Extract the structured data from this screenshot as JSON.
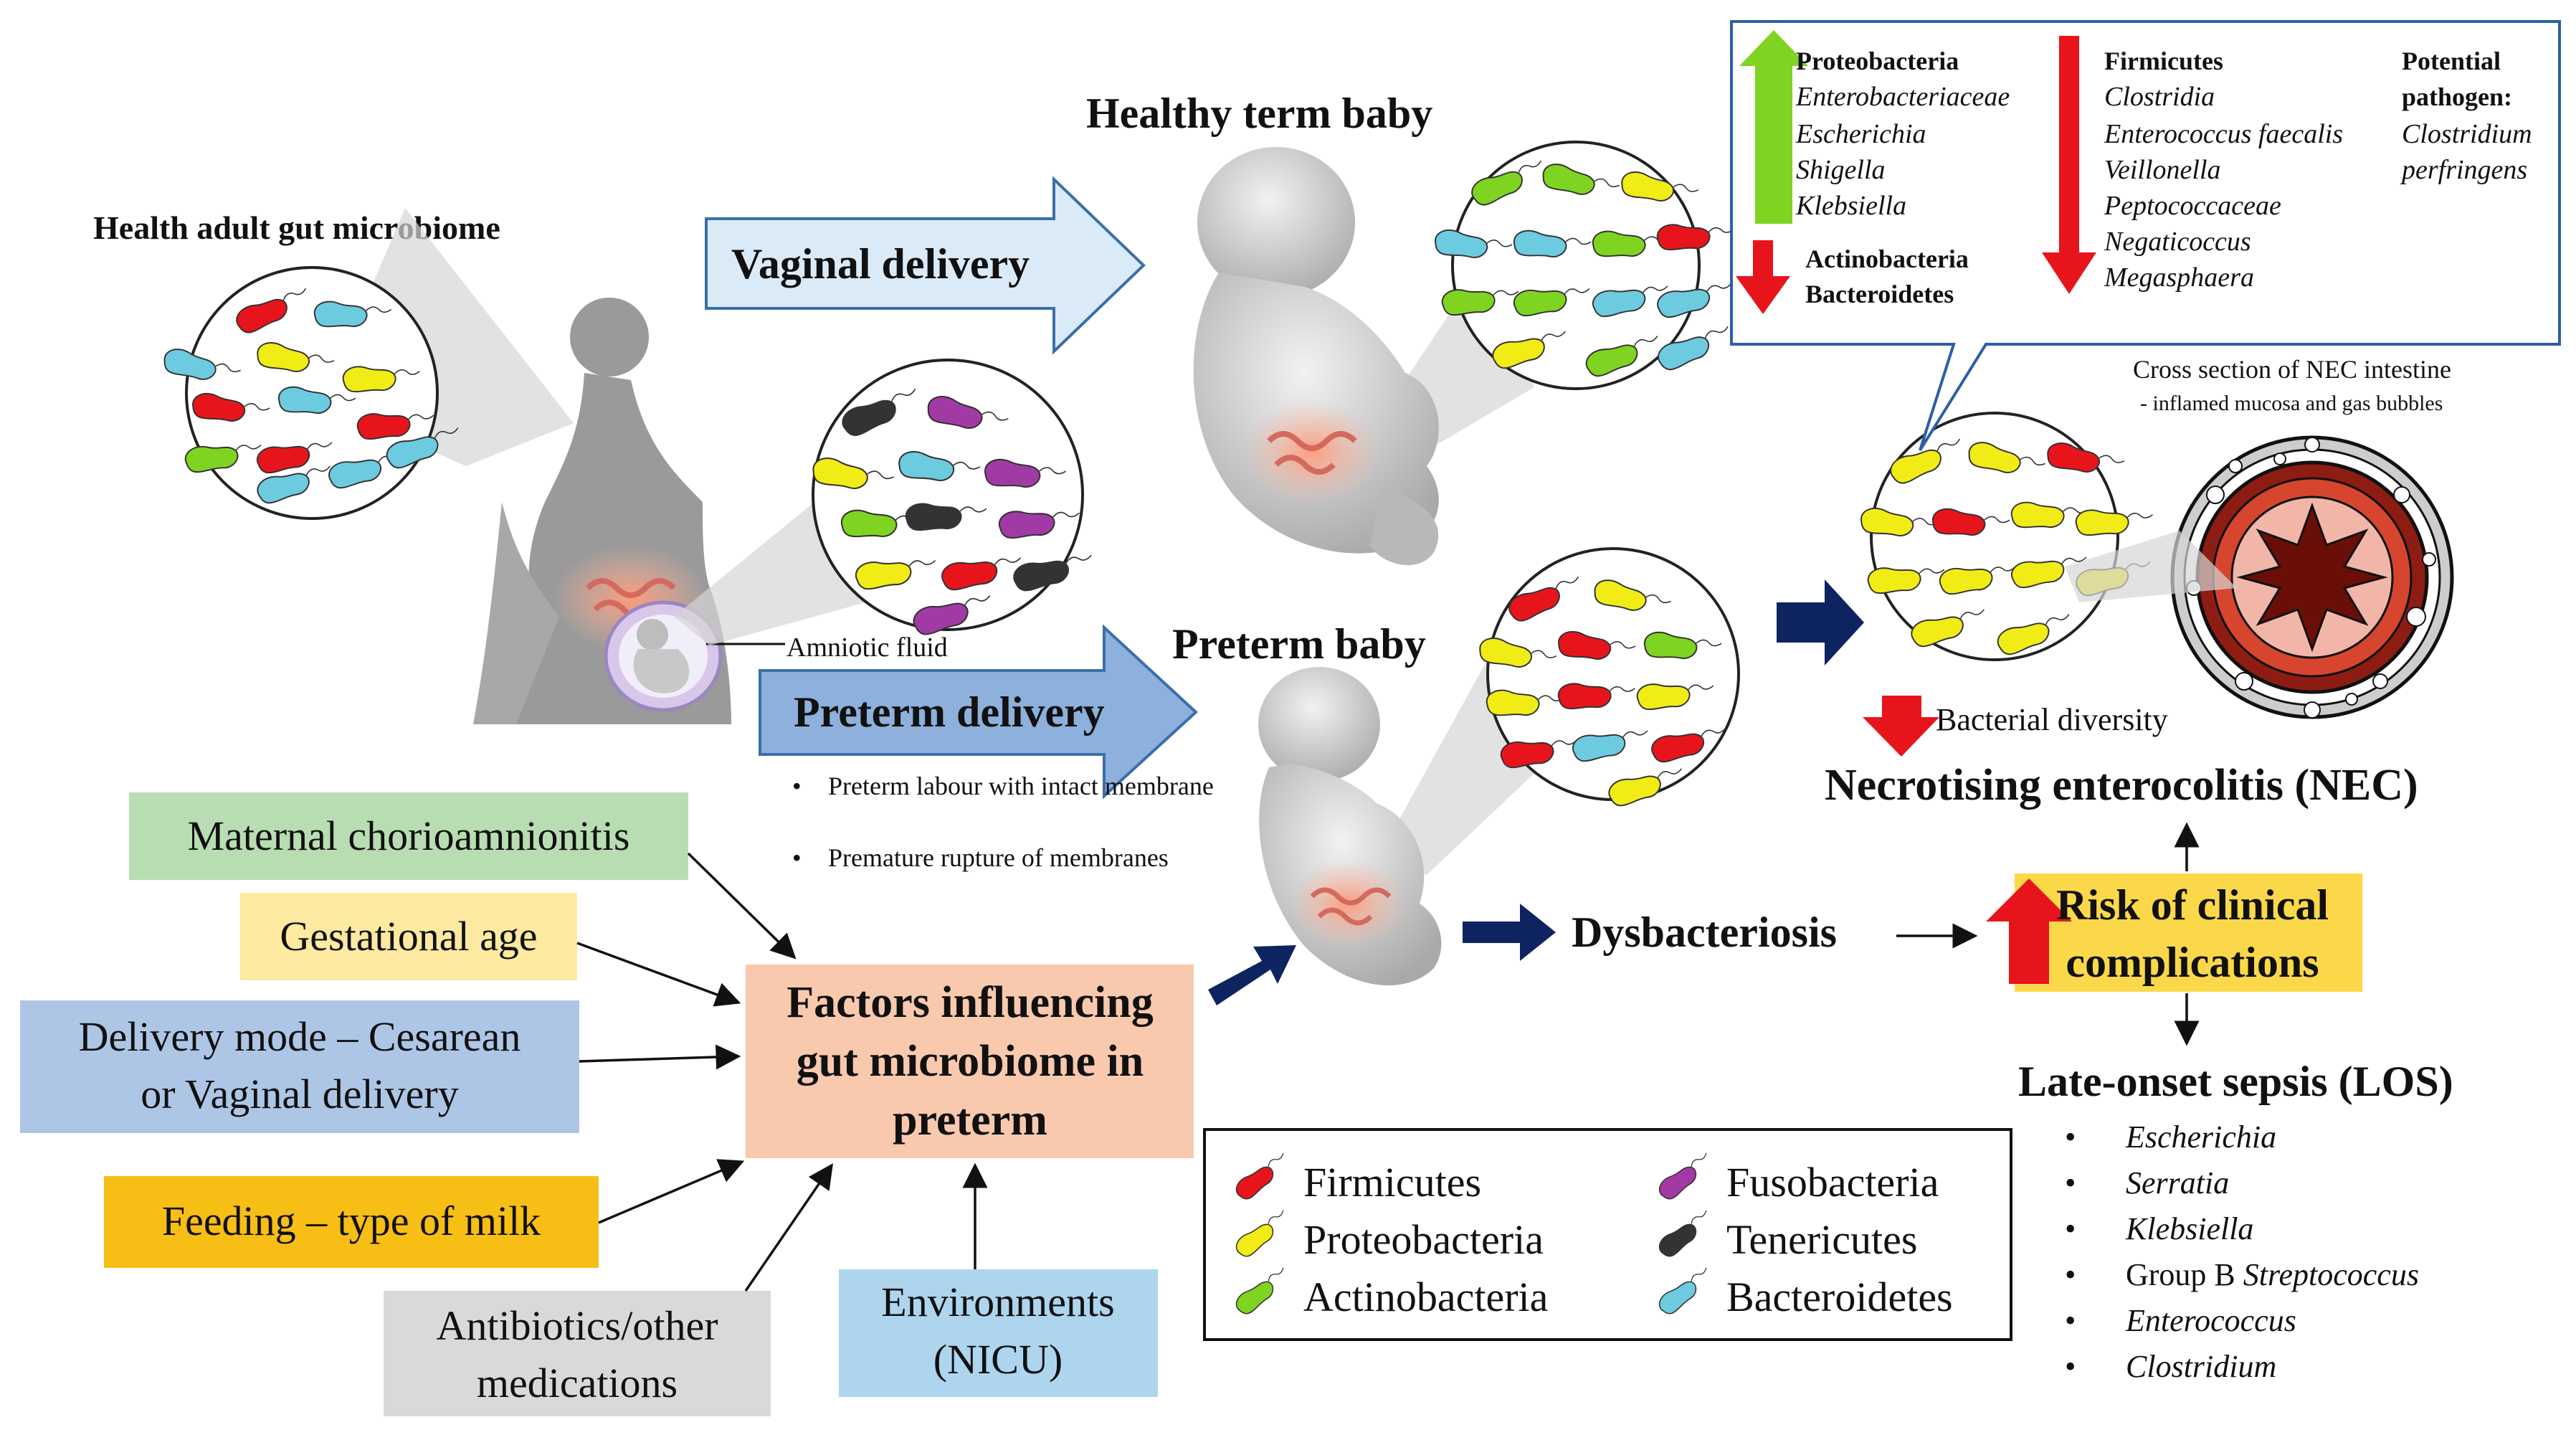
{
  "titles": {
    "adult_microbiome": "Health adult gut microbiome",
    "healthy_term_baby": "Healthy term baby",
    "preterm_baby": "Preterm baby",
    "amniotic_fluid": "Amniotic fluid"
  },
  "arrows": {
    "vaginal_delivery": "Vaginal delivery",
    "preterm_delivery": "Preterm delivery"
  },
  "preterm_causes": [
    "Preterm labour with intact membrane",
    "Premature rupture of membranes"
  ],
  "factors": {
    "center": "Factors influencing gut microbiome in preterm",
    "maternal": "Maternal chorioamnionitis",
    "gestational": "Gestational age",
    "delivery": "Delivery mode – Cesarean or Vaginal delivery",
    "feeding": "Feeding – type of milk",
    "antibiotics": "Antibiotics/other medications",
    "environments": "Environments (NICU)"
  },
  "outcomes": {
    "dysbacteriosis": "Dysbacteriosis",
    "risk": "Risk of clinical complications",
    "nec": "Necrotising enterocolitis (NEC)",
    "bacterial_diversity": "Bacterial diversity",
    "cross_section_title": "Cross section of NEC intestine",
    "cross_section_note": "inflamed mucosa and gas bubbles",
    "los_title": "Late-onset sepsis (LOS)"
  },
  "los_pathogens": [
    "Escherichia",
    "Serratia",
    "Klebsiella",
    "Group B Streptococcus",
    "Enterococcus",
    "Clostridium"
  ],
  "nec_box": {
    "increase_title": "Proteobacteria",
    "increase_taxa": [
      "Enterobacteriaceae",
      "Escherichia",
      "Shigella",
      "Klebsiella"
    ],
    "decrease_small": [
      "Actinobacteria",
      "Bacteroidetes"
    ],
    "decrease_title": "Firmicutes",
    "decrease_taxa": [
      "Clostridia",
      "Enterococcus faecalis",
      "Veillonella",
      "Peptococcaceae",
      "Negaticoccus",
      "Megasphaera"
    ],
    "pathogen_title": "Potential pathogen:",
    "pathogen_taxa": [
      "Clostridium",
      "perfringens"
    ]
  },
  "legend": [
    {
      "label": "Firmicutes",
      "color": "#e8141c"
    },
    {
      "label": "Proteobacteria",
      "color": "#f2ec16"
    },
    {
      "label": "Actinobacteria",
      "color": "#7fd321"
    },
    {
      "label": "Fusobacteria",
      "color": "#a23aa5"
    },
    {
      "label": "Tenericutes",
      "color": "#333333"
    },
    {
      "label": "Bacteroidetes",
      "color": "#6dcbe0"
    }
  ]
}
